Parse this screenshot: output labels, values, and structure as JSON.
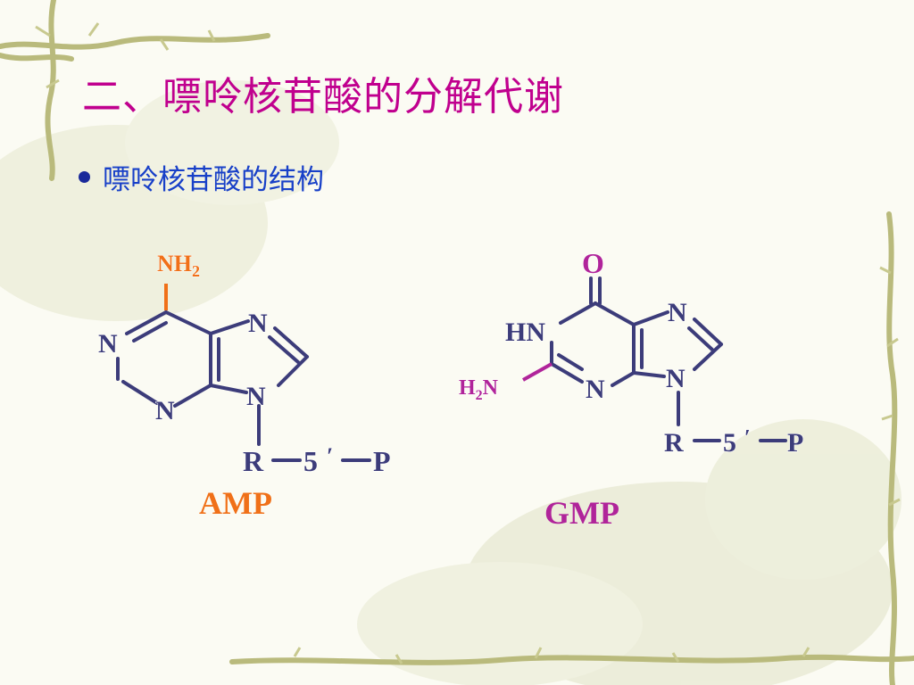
{
  "slide": {
    "title": "二、嘌呤核苷酸的分解代谢",
    "bullet": "嘌呤核苷酸的结构"
  },
  "amp": {
    "amine": "NH",
    "amine_sub": "2",
    "n1": "N",
    "n3": "N",
    "n7": "N",
    "n9": "N",
    "sugar": "R",
    "link_pos": "5",
    "prime": "′",
    "phosphate": "P",
    "caption": "AMP"
  },
  "gmp": {
    "oxo": "O",
    "hn": "HN",
    "amine": "H",
    "amine_sub": "2",
    "amine_n": "N",
    "n3": "N",
    "n7": "N",
    "n9": "N",
    "sugar": "R",
    "link_pos": "5",
    "prime": "′",
    "phosphate": "P",
    "caption": "GMP"
  },
  "colors": {
    "title": "#c0008e",
    "bullet_text": "#1840c8",
    "structure": "#3c3c7a",
    "amp_accent": "#f07018",
    "gmp_accent": "#b0249a"
  }
}
